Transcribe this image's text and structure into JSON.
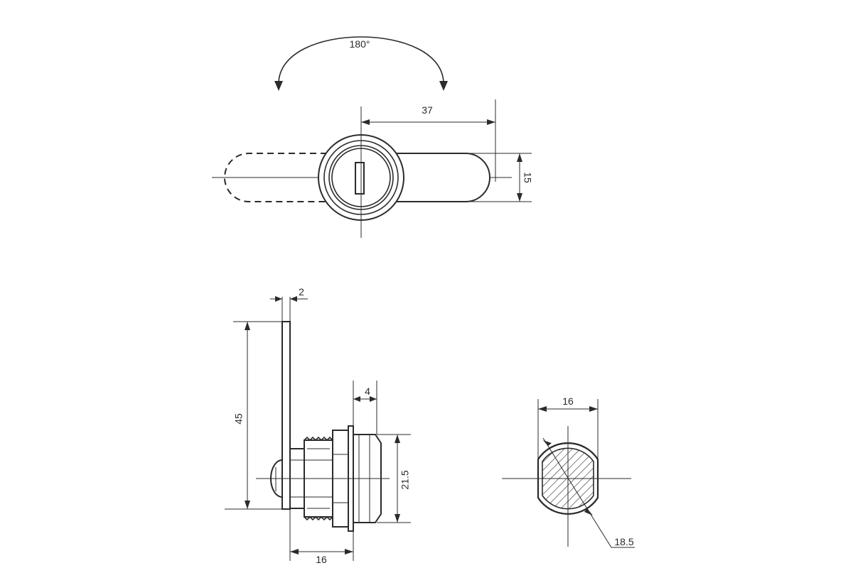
{
  "rotation_label": "180°",
  "top_view": {
    "dim_cam_length": "37",
    "dim_cam_width": "15"
  },
  "side_view": {
    "dim_cam_thickness": "2",
    "dim_cam_height": "45",
    "dim_bezel": "4",
    "dim_head_diameter": "21.5",
    "dim_body_length": "16"
  },
  "section_view": {
    "dim_flat_width": "16",
    "dim_diameter": "18.5"
  }
}
